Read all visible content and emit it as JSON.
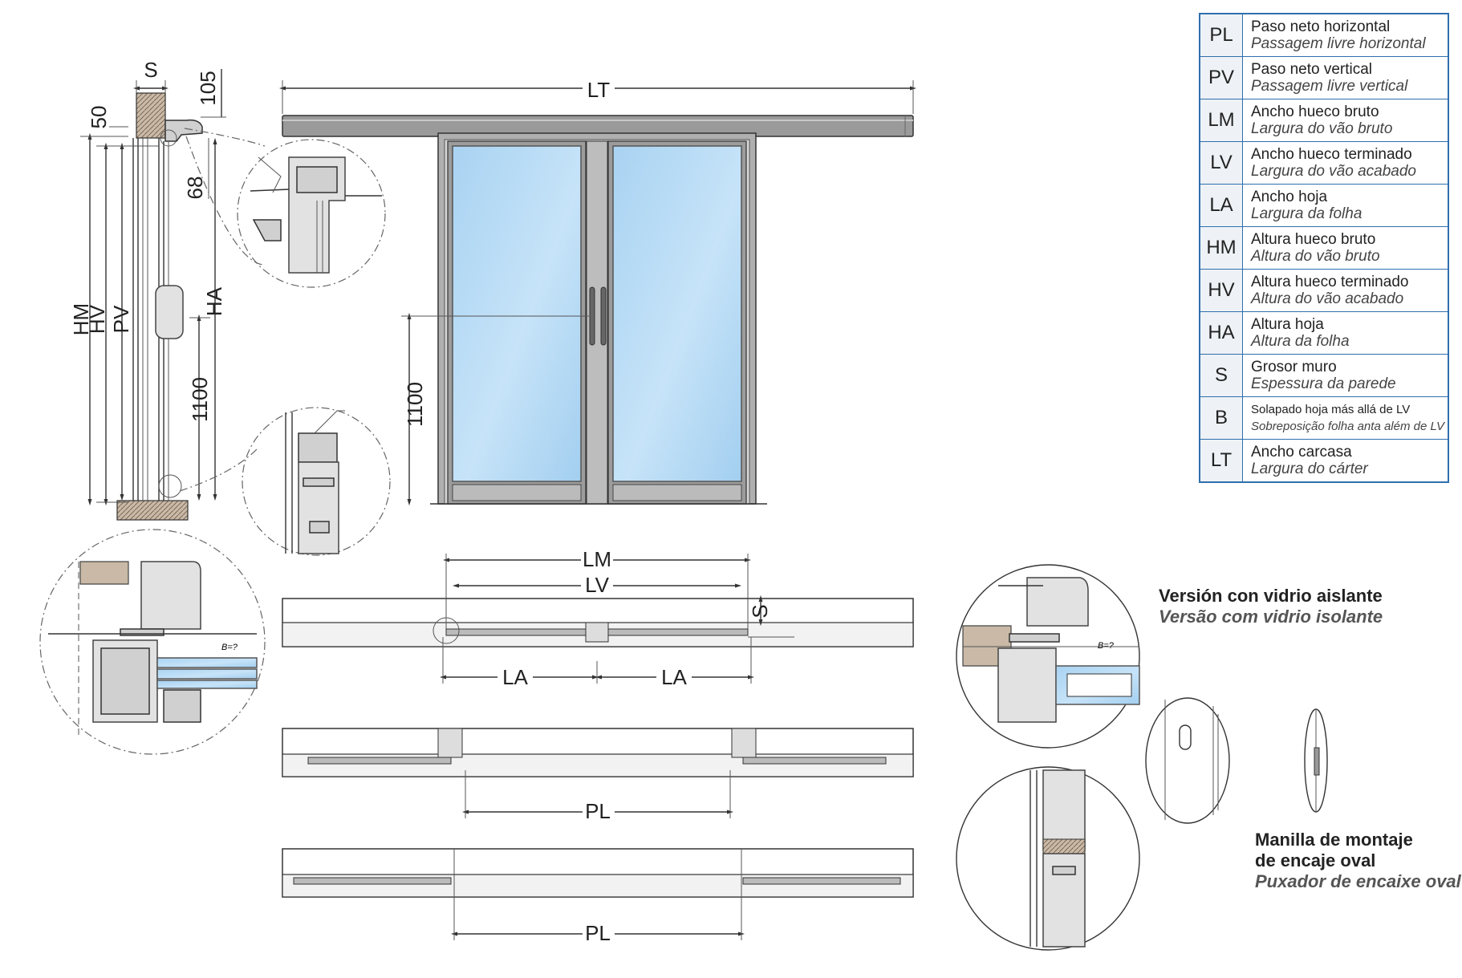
{
  "legend": [
    {
      "code": "PL",
      "es": "Paso neto horizontal",
      "pt": "Passagem livre horizontal"
    },
    {
      "code": "PV",
      "es": "Paso neto vertical",
      "pt": "Passagem livre vertical"
    },
    {
      "code": "LM",
      "es": "Ancho hueco bruto",
      "pt": "Largura do vão bruto"
    },
    {
      "code": "LV",
      "es": "Ancho hueco terminado",
      "pt": "Largura do vão acabado"
    },
    {
      "code": "LA",
      "es": "Ancho hoja",
      "pt": "Largura da folha"
    },
    {
      "code": "HM",
      "es": "Altura hueco bruto",
      "pt": "Altura do vão bruto"
    },
    {
      "code": "HV",
      "es": "Altura hueco terminado",
      "pt": "Altura do vão acabado"
    },
    {
      "code": "HA",
      "es": "Altura hoja",
      "pt": "Altura da folha"
    },
    {
      "code": "S",
      "es": "Grosor muro",
      "pt": "Espessura da parede"
    },
    {
      "code": "B",
      "es": "Solapado hoja más allá de LV",
      "pt": "Sobreposição folha anta além de LV"
    },
    {
      "code": "LT",
      "es": "Ancho carcasa",
      "pt": "Largura do cárter"
    }
  ],
  "dimensions": {
    "s": "S",
    "d105": "105",
    "d50": "50",
    "d68": "68",
    "hm": "HM",
    "hv": "HV",
    "pv": "PV",
    "ha": "HA",
    "d1100_side": "1100",
    "d1100_front": "1100",
    "lt": "LT",
    "lm": "LM",
    "lv": "LV",
    "s_plan": "S",
    "la_left": "LA",
    "la_right": "LA",
    "pl_1": "PL",
    "pl_2": "PL"
  },
  "detail_labels": {
    "b_left": "B=?",
    "b_right": "B=?"
  },
  "captions": {
    "insulated_es": "Versión con vidrio aislante",
    "insulated_pt": "Versão com vidrio isolante",
    "handle_es_1": "Manilla de montaje",
    "handle_es_2": "de encaje oval",
    "handle_pt": "Puxador de encaixe oval"
  },
  "colors": {
    "glass_top": "#a9d3f2",
    "glass_bottom": "#d8ecfa",
    "frame": "#9a9a9a",
    "wall_hatch": "#c9b9a6",
    "legend_border": "#2f6fae"
  }
}
